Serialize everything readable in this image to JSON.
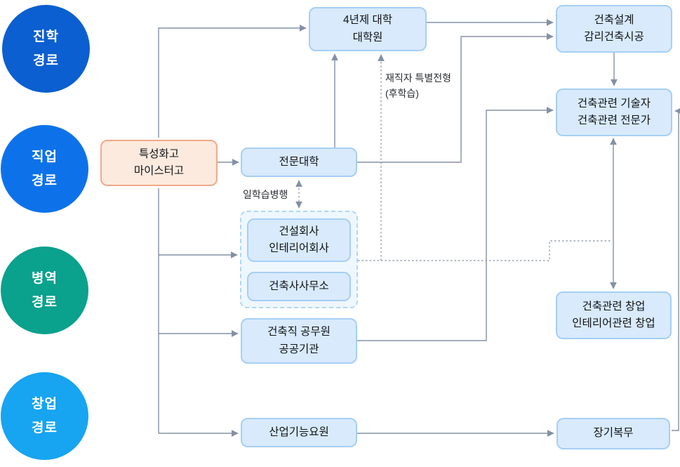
{
  "palette": {
    "solid_line": "#8490a5",
    "dotted_line": "#97a1b3",
    "node_fill": "#d8eafc",
    "node_border": "#a6cff4",
    "start_fill": "#fdeade",
    "start_border": "#f3a987",
    "group_fill": "#eff7fe",
    "group_border": "#aed7f8"
  },
  "legend": [
    {
      "line1": "진학",
      "line2": "경로",
      "color": "#0b5fd0"
    },
    {
      "line1": "직업",
      "line2": "경로",
      "color": "#0d72ea"
    },
    {
      "line1": "병역",
      "line2": "경로",
      "color": "#0aa18d"
    },
    {
      "line1": "창업",
      "line2": "경로",
      "color": "#17a4f1"
    }
  ],
  "nodes": {
    "start": {
      "line1": "특성화고",
      "line2": "마이스터고"
    },
    "university": {
      "line1": "4년제 대학",
      "line2": "대학원"
    },
    "college": {
      "line1": "전문대학"
    },
    "company": {
      "line1": "건설회사",
      "line2": "인테리어회사"
    },
    "office": {
      "line1": "건축사사무소"
    },
    "civil": {
      "line1": "건축직 공무원",
      "line2": "공공기관"
    },
    "industrial": {
      "line1": "산업기능요원"
    },
    "design": {
      "line1": "건축설계",
      "line2": "감리건축시공"
    },
    "technician": {
      "line1": "건축관련 기술자",
      "line2": "건축관련 전문가"
    },
    "startup": {
      "line1": "건축관련 창업",
      "line2": "인테리어관련 창업"
    },
    "long_service": {
      "line1": "장기복무"
    }
  },
  "edge_labels": {
    "special_admission": {
      "line1": "재직자 특별전형",
      "line2": "(후학습)"
    },
    "dual_program": "일학습병행"
  }
}
